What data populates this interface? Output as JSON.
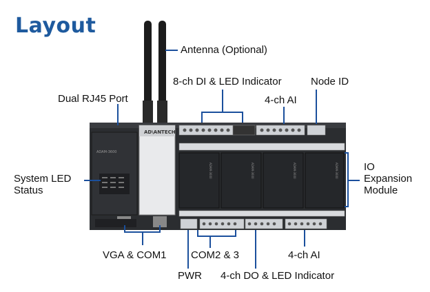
{
  "title": "Layout",
  "labels": {
    "antenna": "Antenna (Optional)",
    "di": "8-ch DI & LED Indicator",
    "node": "Node ID",
    "rj45": "Dual RJ45 Port",
    "ai_top": "4-ch AI",
    "sysled_1": "System LED",
    "sysled_2": "Status",
    "io_1": "IO",
    "io_2": "Expansion",
    "io_3": "Module",
    "vga": "VGA & COM1",
    "com": "COM2 & 3",
    "ai_bottom": "4-ch AI",
    "pwr": "PWR",
    "do": "4-ch DO & LED Indicator"
  },
  "device": {
    "brand": "AD\\ANTECH",
    "cpu_model": "ADAM-3600",
    "module_model": "ADAM-3600"
  },
  "colors": {
    "title": "#1e5a9e",
    "lines": "#1a4f9c",
    "body": "#2b2d30",
    "modules": "#25272a"
  }
}
